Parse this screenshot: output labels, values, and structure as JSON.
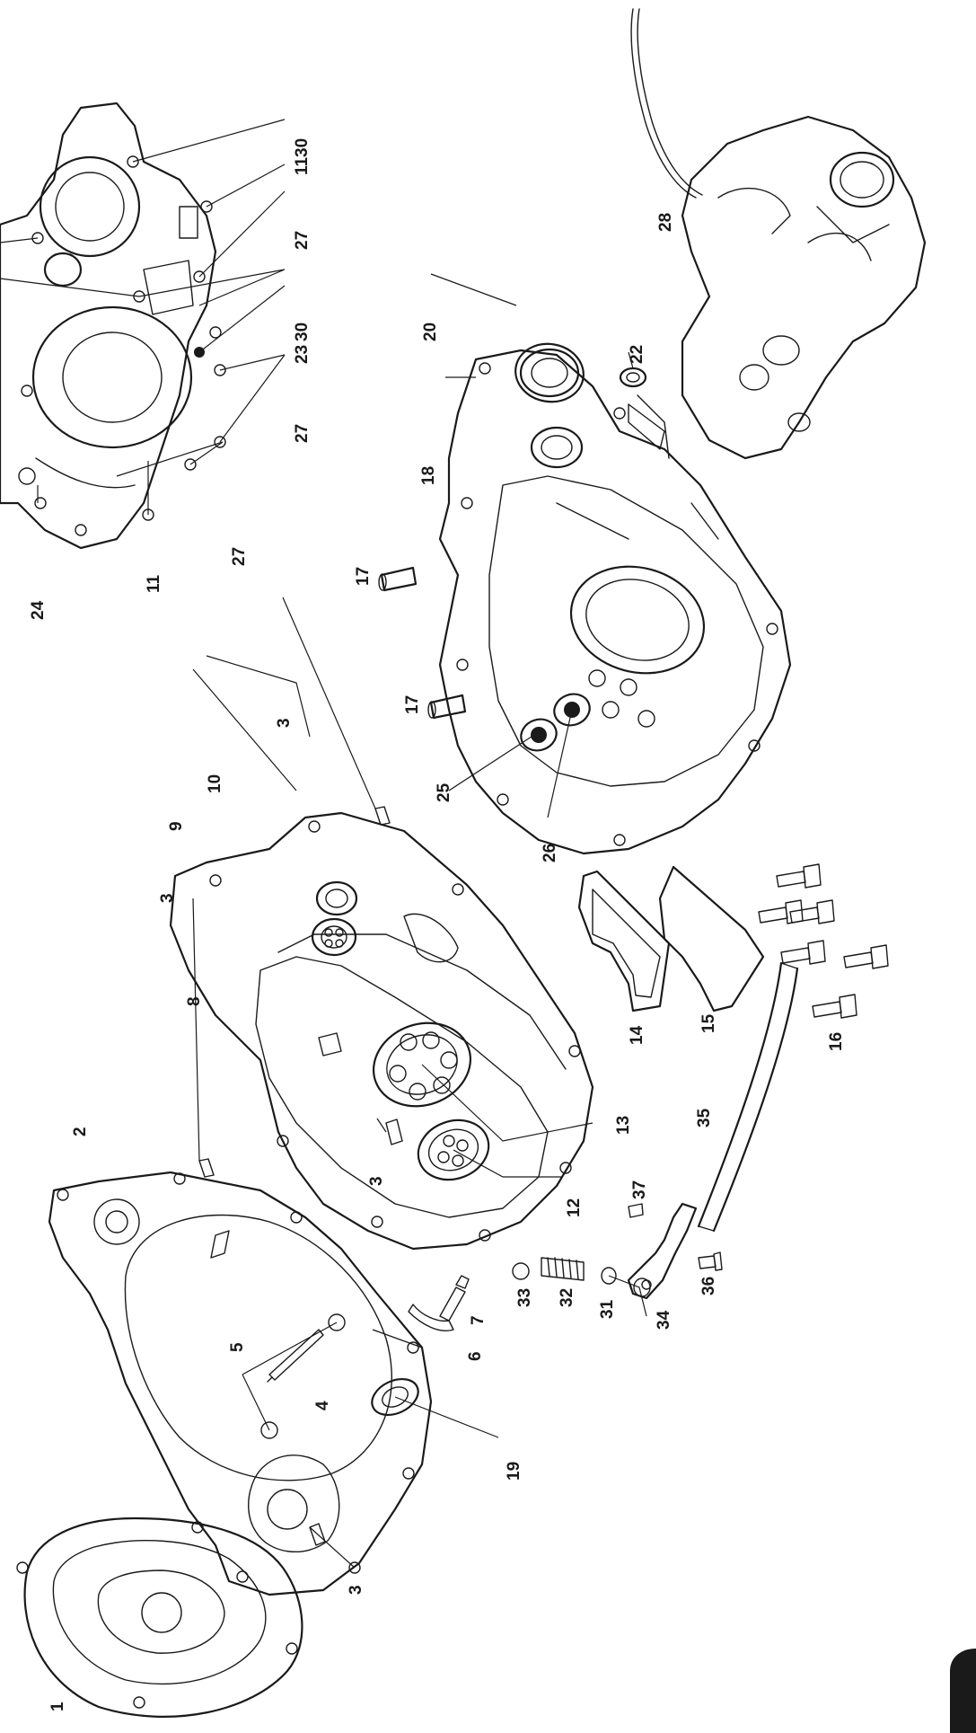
{
  "callouts": {
    "c1": "1",
    "c2": "2",
    "c3a": "3",
    "c3b": "3",
    "c3c": "3",
    "c3d": "3",
    "c4": "4",
    "c5": "5",
    "c6": "6",
    "c7": "7",
    "c8": "8",
    "c9": "9",
    "c10": "10",
    "c11a": "11",
    "c11b": "11",
    "c12": "12",
    "c13": "13",
    "c14": "14",
    "c15": "15",
    "c16": "16",
    "c17a": "17",
    "c17b": "17",
    "c18": "18",
    "c19": "19",
    "c20": "20",
    "c22": "22",
    "c23": "23",
    "c24": "24",
    "c25": "25",
    "c26": "26",
    "c27a": "27",
    "c27b": "27",
    "c27c": "27",
    "c28": "28",
    "c30a": "30",
    "c30b": "30",
    "c31": "31",
    "c32": "32",
    "c33": "33",
    "c34": "34",
    "c35": "35",
    "c36": "36",
    "c37": "37"
  }
}
